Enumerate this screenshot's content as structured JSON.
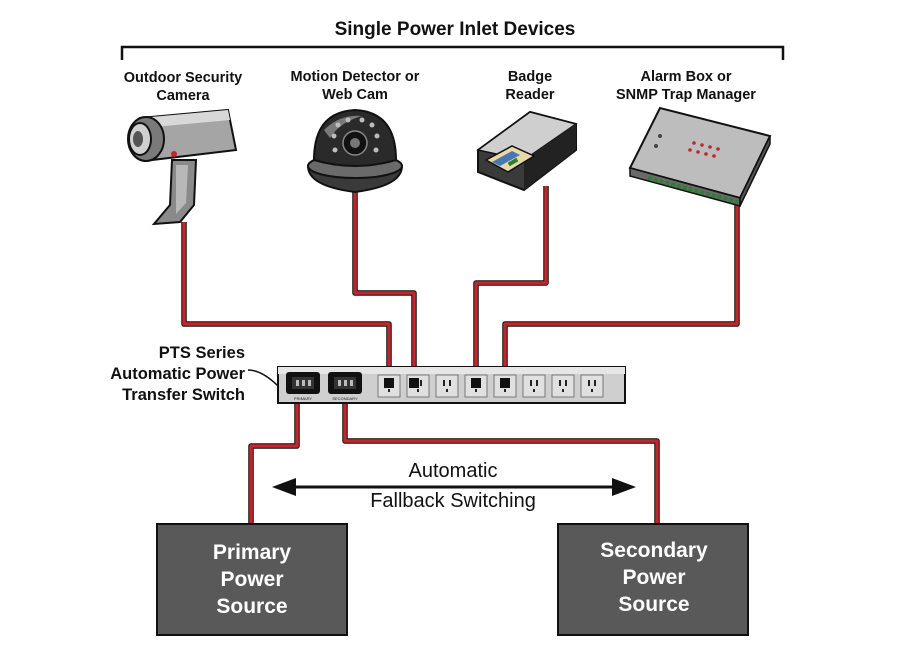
{
  "title": "Single Power Inlet Devices",
  "devices": [
    {
      "line1": "Outdoor Security",
      "line2": "Camera",
      "icon": "security-camera-icon"
    },
    {
      "line1": "Motion Detector or",
      "line2": "Web Cam",
      "icon": "dome-camera-icon"
    },
    {
      "line1": "Badge",
      "line2": "Reader",
      "icon": "badge-reader-icon"
    },
    {
      "line1": "Alarm Box or",
      "line2": "SNMP Trap Manager",
      "icon": "alarm-box-icon"
    }
  ],
  "switch_label": {
    "line1": "PTS Series",
    "line2": "Automatic Power",
    "line3": "Transfer Switch"
  },
  "inlets": {
    "primary": "PRIMARY",
    "secondary": "SECONDARY"
  },
  "fallback": {
    "line1": "Automatic",
    "line2": "Fallback Switching"
  },
  "sources": {
    "primary": {
      "line1": "Primary",
      "line2": "Power",
      "line3": "Source"
    },
    "secondary": {
      "line1": "Secondary",
      "line2": "Power",
      "line3": "Source"
    }
  },
  "colors": {
    "cable": "#c0272d",
    "source_box": "#595959",
    "strip": "#cfcfcf"
  }
}
